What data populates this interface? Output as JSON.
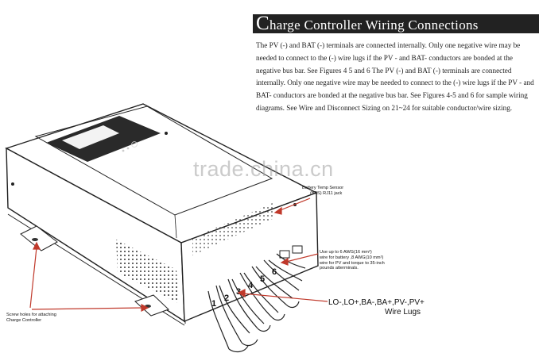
{
  "heading": {
    "title_initial": "C",
    "title_rest": "harge Controller Wiring Connections"
  },
  "paragraph": "The PV (-) and BAT (-) terminals are connected internally. Only one negative wire may be needed to connect to the (-) wire lugs if the PV - and BAT- conductors are bonded at the negative bus bar. See Figures 4 5 and 6 The PV (-) and BAT (-) terminals are connected internally. Only one negative wire may be needed to connect to the (-) wire lugs if the PV - and BAT- conductors are bonded at the negative bus bar. See Figures 4-5 and 6 for sample wiring diagrams. See Wire and Disconnect Sizing on 21~24 for suitable conductor/wire sizing.",
  "watermark": "trade.china.cn",
  "callouts": {
    "bts_name": "Battery Temp Sensor",
    "bts_jack": "(BTS) RJ11 jack",
    "wire_note": [
      "Use up to 6 AWG(16 mm²)",
      "wire for battery ,8 AWG(10 mm²)",
      "wire for PV and torque to 35-inch",
      "pounds atterminals."
    ],
    "screw_note": [
      "Screw holes for attaching",
      "Charge Controller"
    ],
    "lugs_line1": "LO-,LO+,BA-,BA+,PV-,PV+",
    "lugs_line2": "Wire Lugs"
  },
  "terminal_numbers": [
    "1",
    "2",
    "3",
    "4",
    "5",
    "6"
  ],
  "colors": {
    "heading_bar": "#222222",
    "arrow": "#c0392b",
    "line_art": "#222222"
  }
}
